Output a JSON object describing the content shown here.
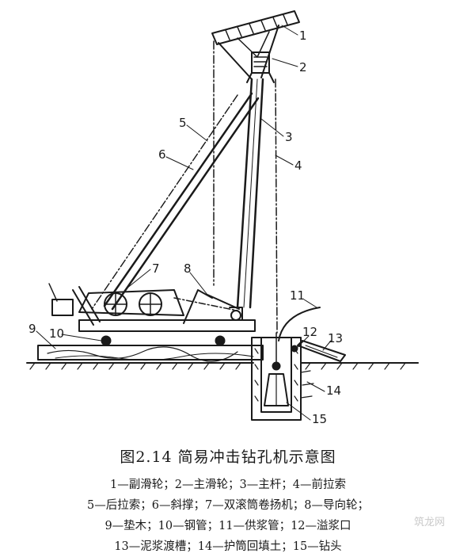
{
  "diagram": {
    "labels": [
      "1",
      "2",
      "3",
      "4",
      "5",
      "6",
      "7",
      "8",
      "9",
      "10",
      "11",
      "12",
      "13",
      "14",
      "15"
    ]
  },
  "caption": "图2.14  简易冲击钻孔机示意图",
  "legend_lines": [
    "1—副滑轮；2—主滑轮；3—主杆；4—前拉索",
    "5—后拉索；6—斜撑；7—双滚筒卷扬机；8—导向轮；",
    "9—垫木；10—钢管；11—供浆管；12—溢浆口",
    "13—泥浆渡槽；14—护筒回填土；15—钻头"
  ],
  "watermark": "筑龙网"
}
